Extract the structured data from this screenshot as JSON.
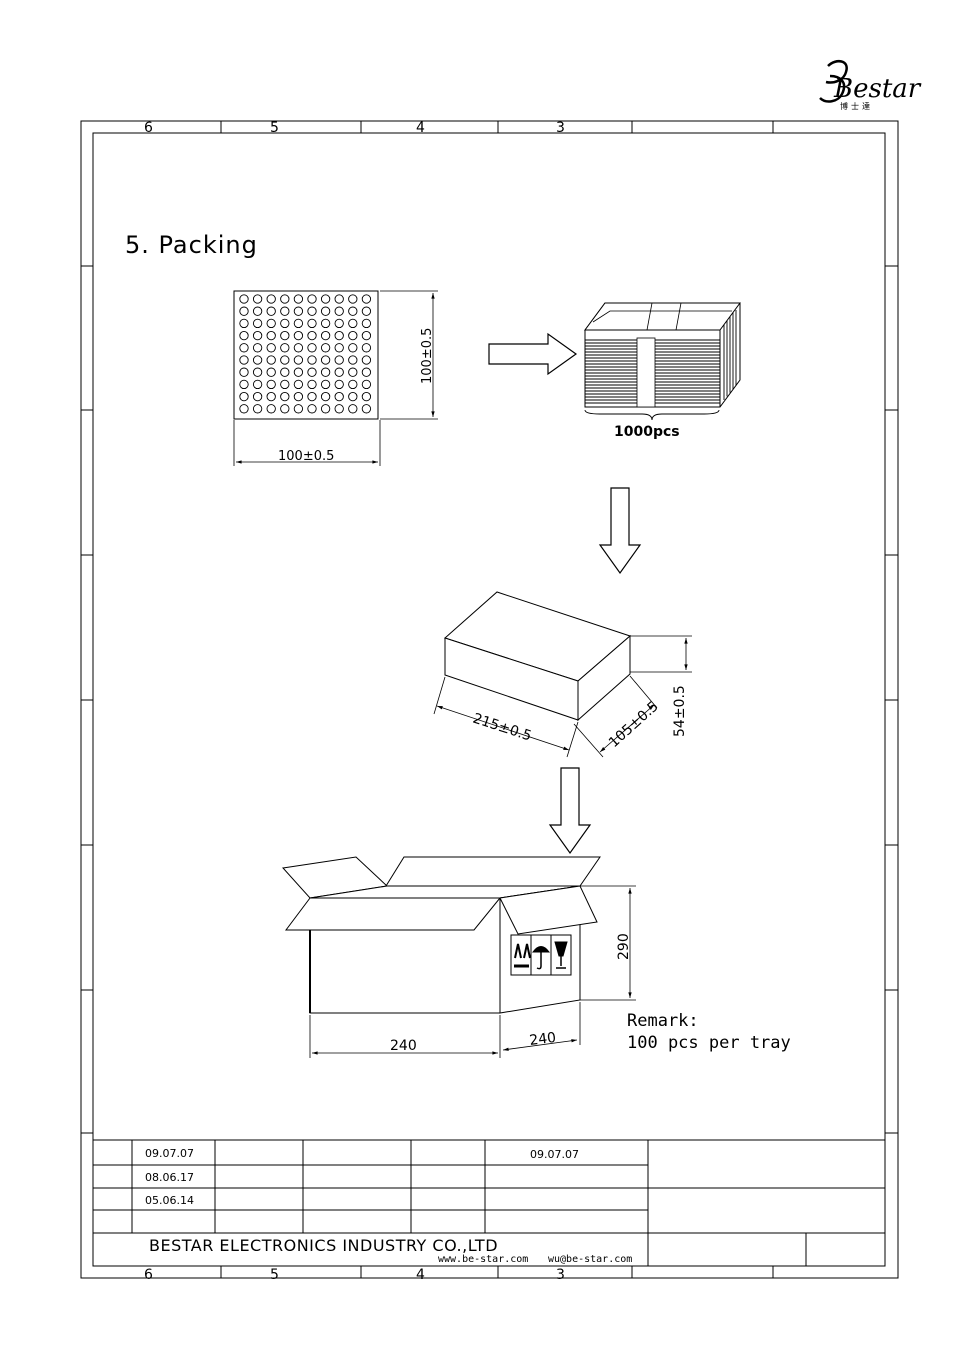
{
  "logo": {
    "brand": "Bestar",
    "chinese": "博士達"
  },
  "frame": {
    "top_zone_labels": [
      "6",
      "5",
      "4",
      "3"
    ],
    "bottom_zone_labels": [
      "6",
      "5",
      "4",
      "3"
    ]
  },
  "section_title": "5. Packing",
  "tray": {
    "width_label": "100±0.5",
    "height_label": "100±0.5"
  },
  "stack": {
    "count_label": "1000pcs"
  },
  "inner_box": {
    "length_label": "215±0.5",
    "width_label": "105±0.5",
    "height_label": "54±0.5"
  },
  "carton": {
    "length_label": "240",
    "width_label": "240",
    "height_label": "290"
  },
  "remark": {
    "title": "Remark:",
    "text": "100 pcs per tray"
  },
  "title_block": {
    "dates": [
      "09.07.07",
      "08.06.17",
      "05.06.14"
    ],
    "approval_date": "09.07.07",
    "company": "BESTAR ELECTRONICS INDUSTRY CO.,LTD",
    "website": "www.be-star.com",
    "email": "wu@be-star.com"
  }
}
